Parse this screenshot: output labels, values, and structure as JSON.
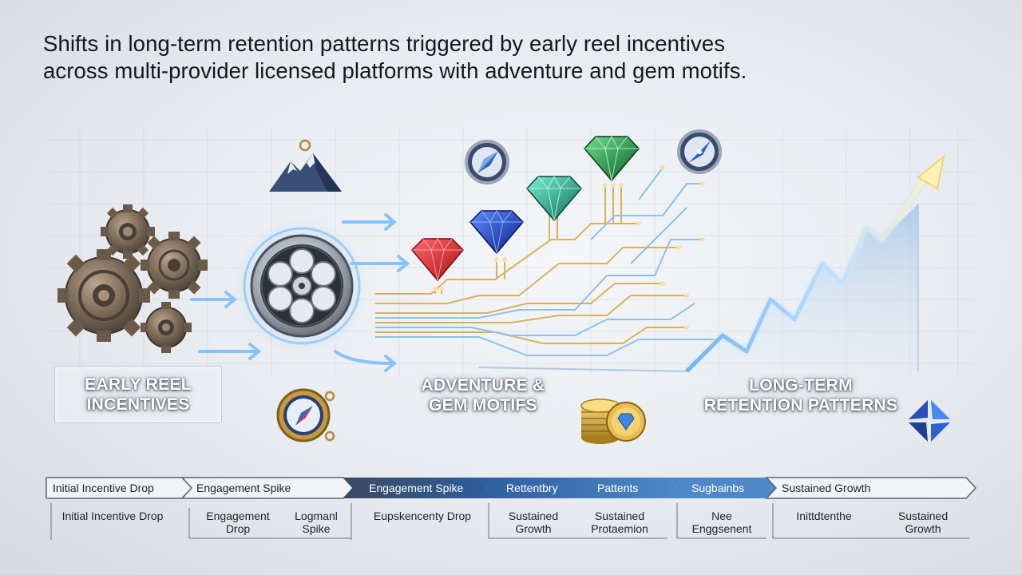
{
  "title": {
    "line1": "Shifts in long-term retention patterns triggered by early reel incentives",
    "line2": "across multi-provider licensed platforms with adventure and gem motifs."
  },
  "stages": {
    "early": {
      "line1": "EARLY REEL",
      "line2": "INCENTIVES"
    },
    "adventure": {
      "line1": "ADVENTURE &",
      "line2": "GEM MOTIFS"
    },
    "longterm": {
      "line1": "LONG-TERM",
      "line2": "RETENTION PATTERNS"
    }
  },
  "icons": [
    "gears-icon",
    "film-reel-icon",
    "mountain-icon",
    "compass-icon",
    "red-gem-icon",
    "blue-gem-icon",
    "teal-gem-icon",
    "green-gem-icon",
    "gold-coins-icon",
    "blue-tile-logo-icon",
    "growth-arrow-icon"
  ],
  "timeline": {
    "steps": [
      {
        "label": "Initial Incentive Drop"
      },
      {
        "label": "Engagement Spike"
      },
      {
        "label": "Engagement Spike"
      },
      {
        "label": "Rettentbry"
      },
      {
        "label": "Pattents"
      },
      {
        "label": "Sugbainbs"
      },
      {
        "label": "Sustained Growth"
      }
    ],
    "sublabels": [
      {
        "line1": "Initial Incentive Drop",
        "line2": ""
      },
      {
        "line1": "Engagement",
        "line2": "Drop"
      },
      {
        "line1": "Logmanl",
        "line2": "Spike"
      },
      {
        "line1": "Eupskencenty Drop",
        "line2": ""
      },
      {
        "line1": "Sustained",
        "line2": "Growth"
      },
      {
        "line1": "Sustained",
        "line2": "Protaemion"
      },
      {
        "line1": "Nee",
        "line2": "Enggsenent"
      },
      {
        "line1": "Inittdtenthe",
        "line2": ""
      },
      {
        "line1": "Sustained",
        "line2": "Growth"
      }
    ]
  },
  "colors": {
    "timeline_dark": "#3b4a63",
    "timeline_blue": "#2e5d9e",
    "timeline_light": "#4f88c6",
    "circuit_gold": "#d8b25a",
    "circuit_blue": "#8ec1ea"
  }
}
